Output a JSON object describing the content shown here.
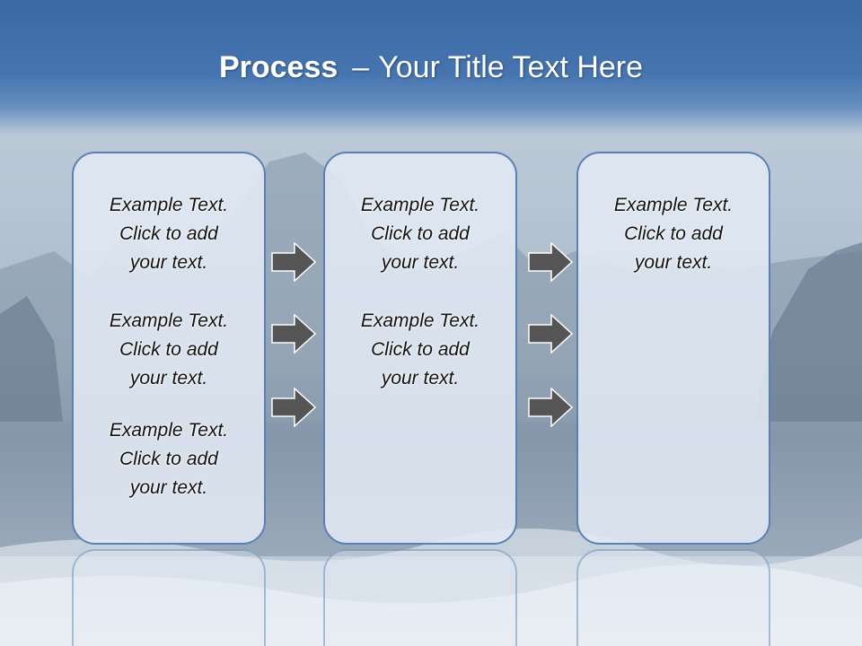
{
  "title": {
    "bold": "Process",
    "separator": "–",
    "rest": "Your Title Text Here"
  },
  "columns": [
    {
      "items": [
        [
          "Example Text.",
          "Click  to add",
          "your text."
        ],
        [
          "Example Text.",
          "Click  to add",
          "your text."
        ],
        [
          "Example Text.",
          "Click  to add",
          "your text."
        ]
      ]
    },
    {
      "items": [
        [
          "Example Text.",
          "Click  to add",
          "your text."
        ],
        [
          "Example Text.",
          "Click  to add",
          "your text."
        ]
      ]
    },
    {
      "items": [
        [
          "Example Text.",
          "Click  to add",
          "your text."
        ]
      ]
    }
  ],
  "arrow_color": "#555555",
  "box_border_color": "#5b80b6",
  "title_band_color": "#4574af"
}
